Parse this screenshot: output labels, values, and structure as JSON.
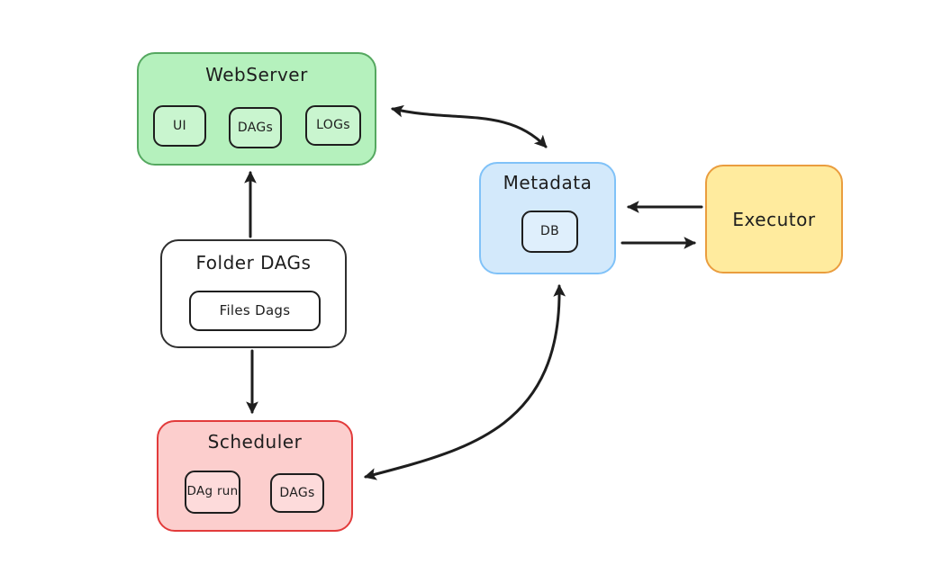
{
  "diagram": {
    "ink": "#1e1e1e",
    "background": "#ffffff",
    "nodes": {
      "webserver": {
        "label": "WebServer",
        "fill": "#b5f1bd",
        "border": "#55a860",
        "children": [
          {
            "label": "UI"
          },
          {
            "label": "DAGs"
          },
          {
            "label": "LOGs"
          }
        ]
      },
      "metadata": {
        "label": "Metadata",
        "fill": "#d3e9fb",
        "border": "#80c2f8",
        "children": [
          {
            "label": "DB"
          }
        ]
      },
      "executor": {
        "label": "Executor",
        "fill": "#ffeb9e",
        "border": "#ea9d3e"
      },
      "folder_dags": {
        "label": "Folder DAGs",
        "fill": "#ffffff",
        "border": "#2f2f2f",
        "children": [
          {
            "label": "Files Dags"
          }
        ]
      },
      "scheduler": {
        "label": "Scheduler",
        "fill": "#fccecd",
        "border": "#e23b3b",
        "children": [
          {
            "label": "DAg run"
          },
          {
            "label": "DAGs"
          }
        ]
      }
    },
    "edges": [
      {
        "name": "webserver-metadata",
        "from": "WebServer",
        "to": "Metadata",
        "direction": "bidirectional"
      },
      {
        "name": "folder-dags-webserver",
        "from": "Folder DAGs",
        "to": "WebServer",
        "direction": "one-way"
      },
      {
        "name": "folder-dags-scheduler",
        "from": "Folder DAGs",
        "to": "Scheduler",
        "direction": "one-way"
      },
      {
        "name": "scheduler-metadata",
        "from": "Scheduler",
        "to": "Metadata",
        "direction": "bidirectional"
      },
      {
        "name": "executor-metadata",
        "from": "Executor",
        "to": "Metadata",
        "direction": "one-way"
      },
      {
        "name": "metadata-executor",
        "from": "Metadata",
        "to": "Executor",
        "direction": "one-way"
      }
    ]
  }
}
